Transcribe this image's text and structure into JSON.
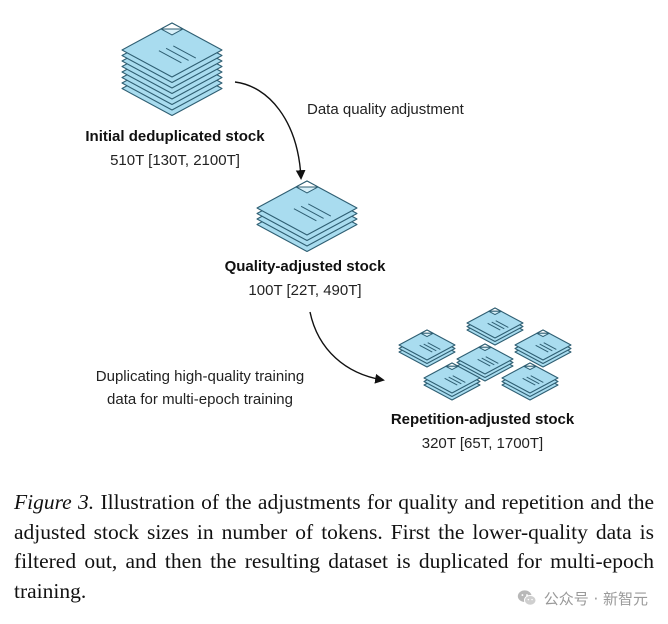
{
  "stages": {
    "initial": {
      "title": "Initial deduplicated stock",
      "value": "510T [130T, 2100T]"
    },
    "quality": {
      "title": "Quality-adjusted stock",
      "value": "100T [22T, 490T]"
    },
    "repetition": {
      "title": "Repetition-adjusted stock",
      "value": "320T [65T, 1700T]"
    }
  },
  "transitions": {
    "quality_adjustment": "Data quality adjustment",
    "duplication_line1": "Duplicating high-quality training",
    "duplication_line2": "data for multi-epoch training"
  },
  "caption": {
    "figure_label": "Figure 3.",
    "text": " Illustration of the adjustments for quality and repetition and the adjusted stock sizes in number of tokens. First the lower-quality data is filtered out, and then the resulting dataset is duplicated for multi-epoch training."
  },
  "watermark": {
    "text": "公众号 · 新智元"
  },
  "colors": {
    "page_fill": "#a9dcef",
    "page_stroke": "#2f5f73",
    "arrow": "#111111"
  },
  "icons": {
    "document_stack": "document-stack-icon",
    "watermark_logo": "wechat-logo-icon"
  }
}
